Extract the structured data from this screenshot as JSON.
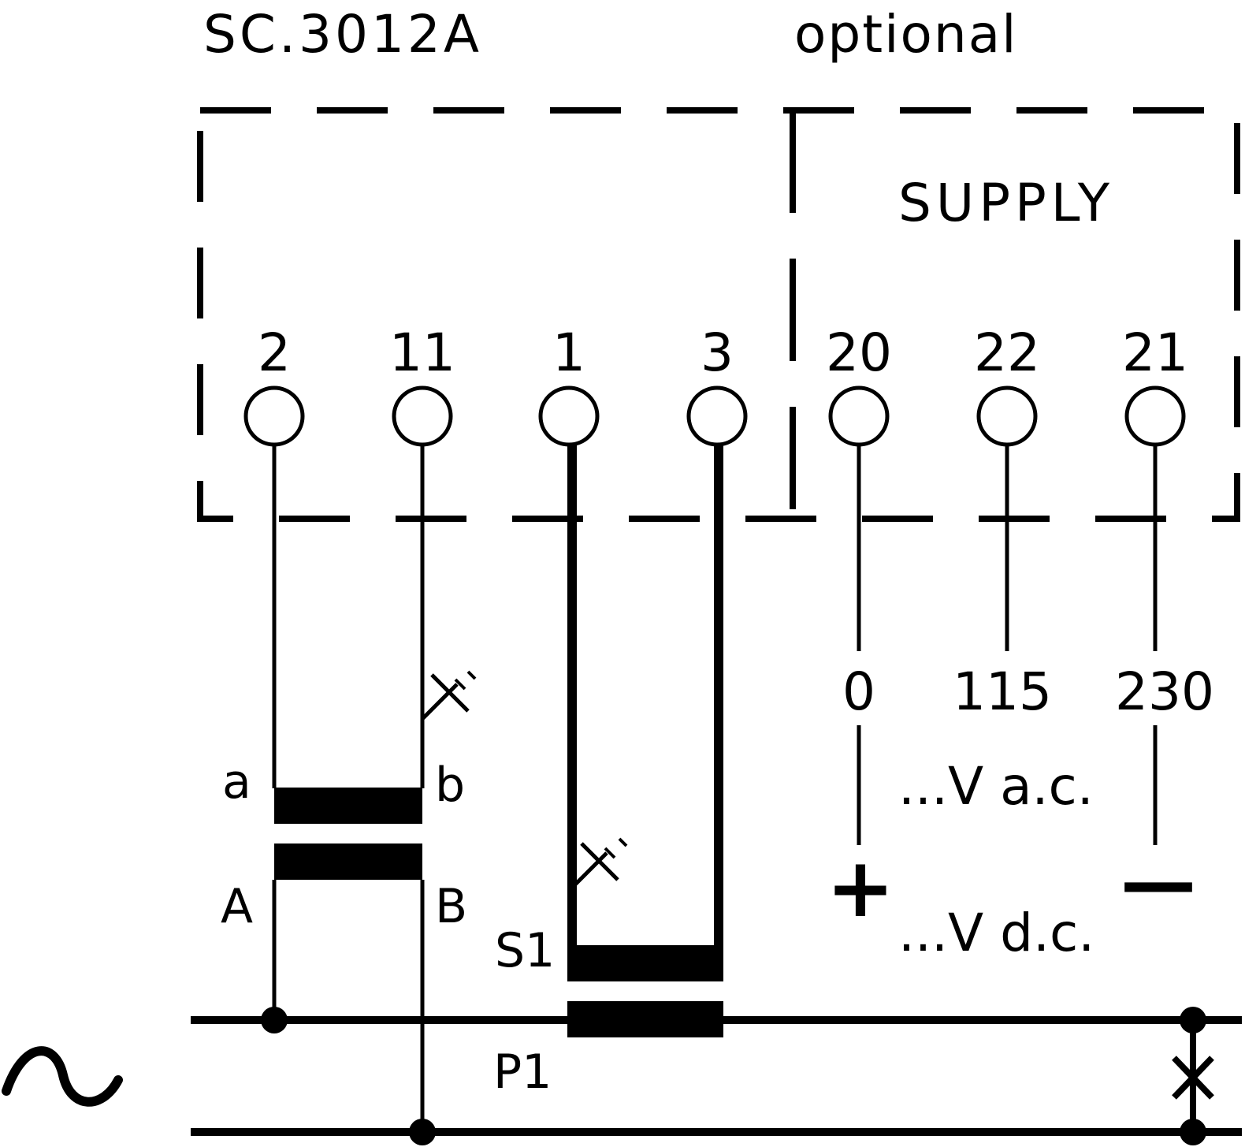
{
  "labels": {
    "model": "SC.3012A",
    "optional": "optional",
    "supply": "SUPPLY",
    "terminals": [
      "2",
      "11",
      "1",
      "3",
      "20",
      "22",
      "21"
    ],
    "voltages": [
      "0",
      "115",
      "230"
    ],
    "vac": "...V a.c.",
    "vdc": "...V d.c.",
    "plus": "+",
    "minus": "—",
    "pt_secondary_a": "a",
    "pt_secondary_b": "b",
    "pt_primary_a": "A",
    "pt_primary_b": "B",
    "ct_s1": "S1",
    "ct_p1": "P1"
  },
  "icons": {
    "ac_source": "sine-wave-icon",
    "fuse": "fuse-cross-icon",
    "ground": "earth-ground-icon"
  },
  "colors": {
    "line": "#000000",
    "background": "#ffffff"
  }
}
